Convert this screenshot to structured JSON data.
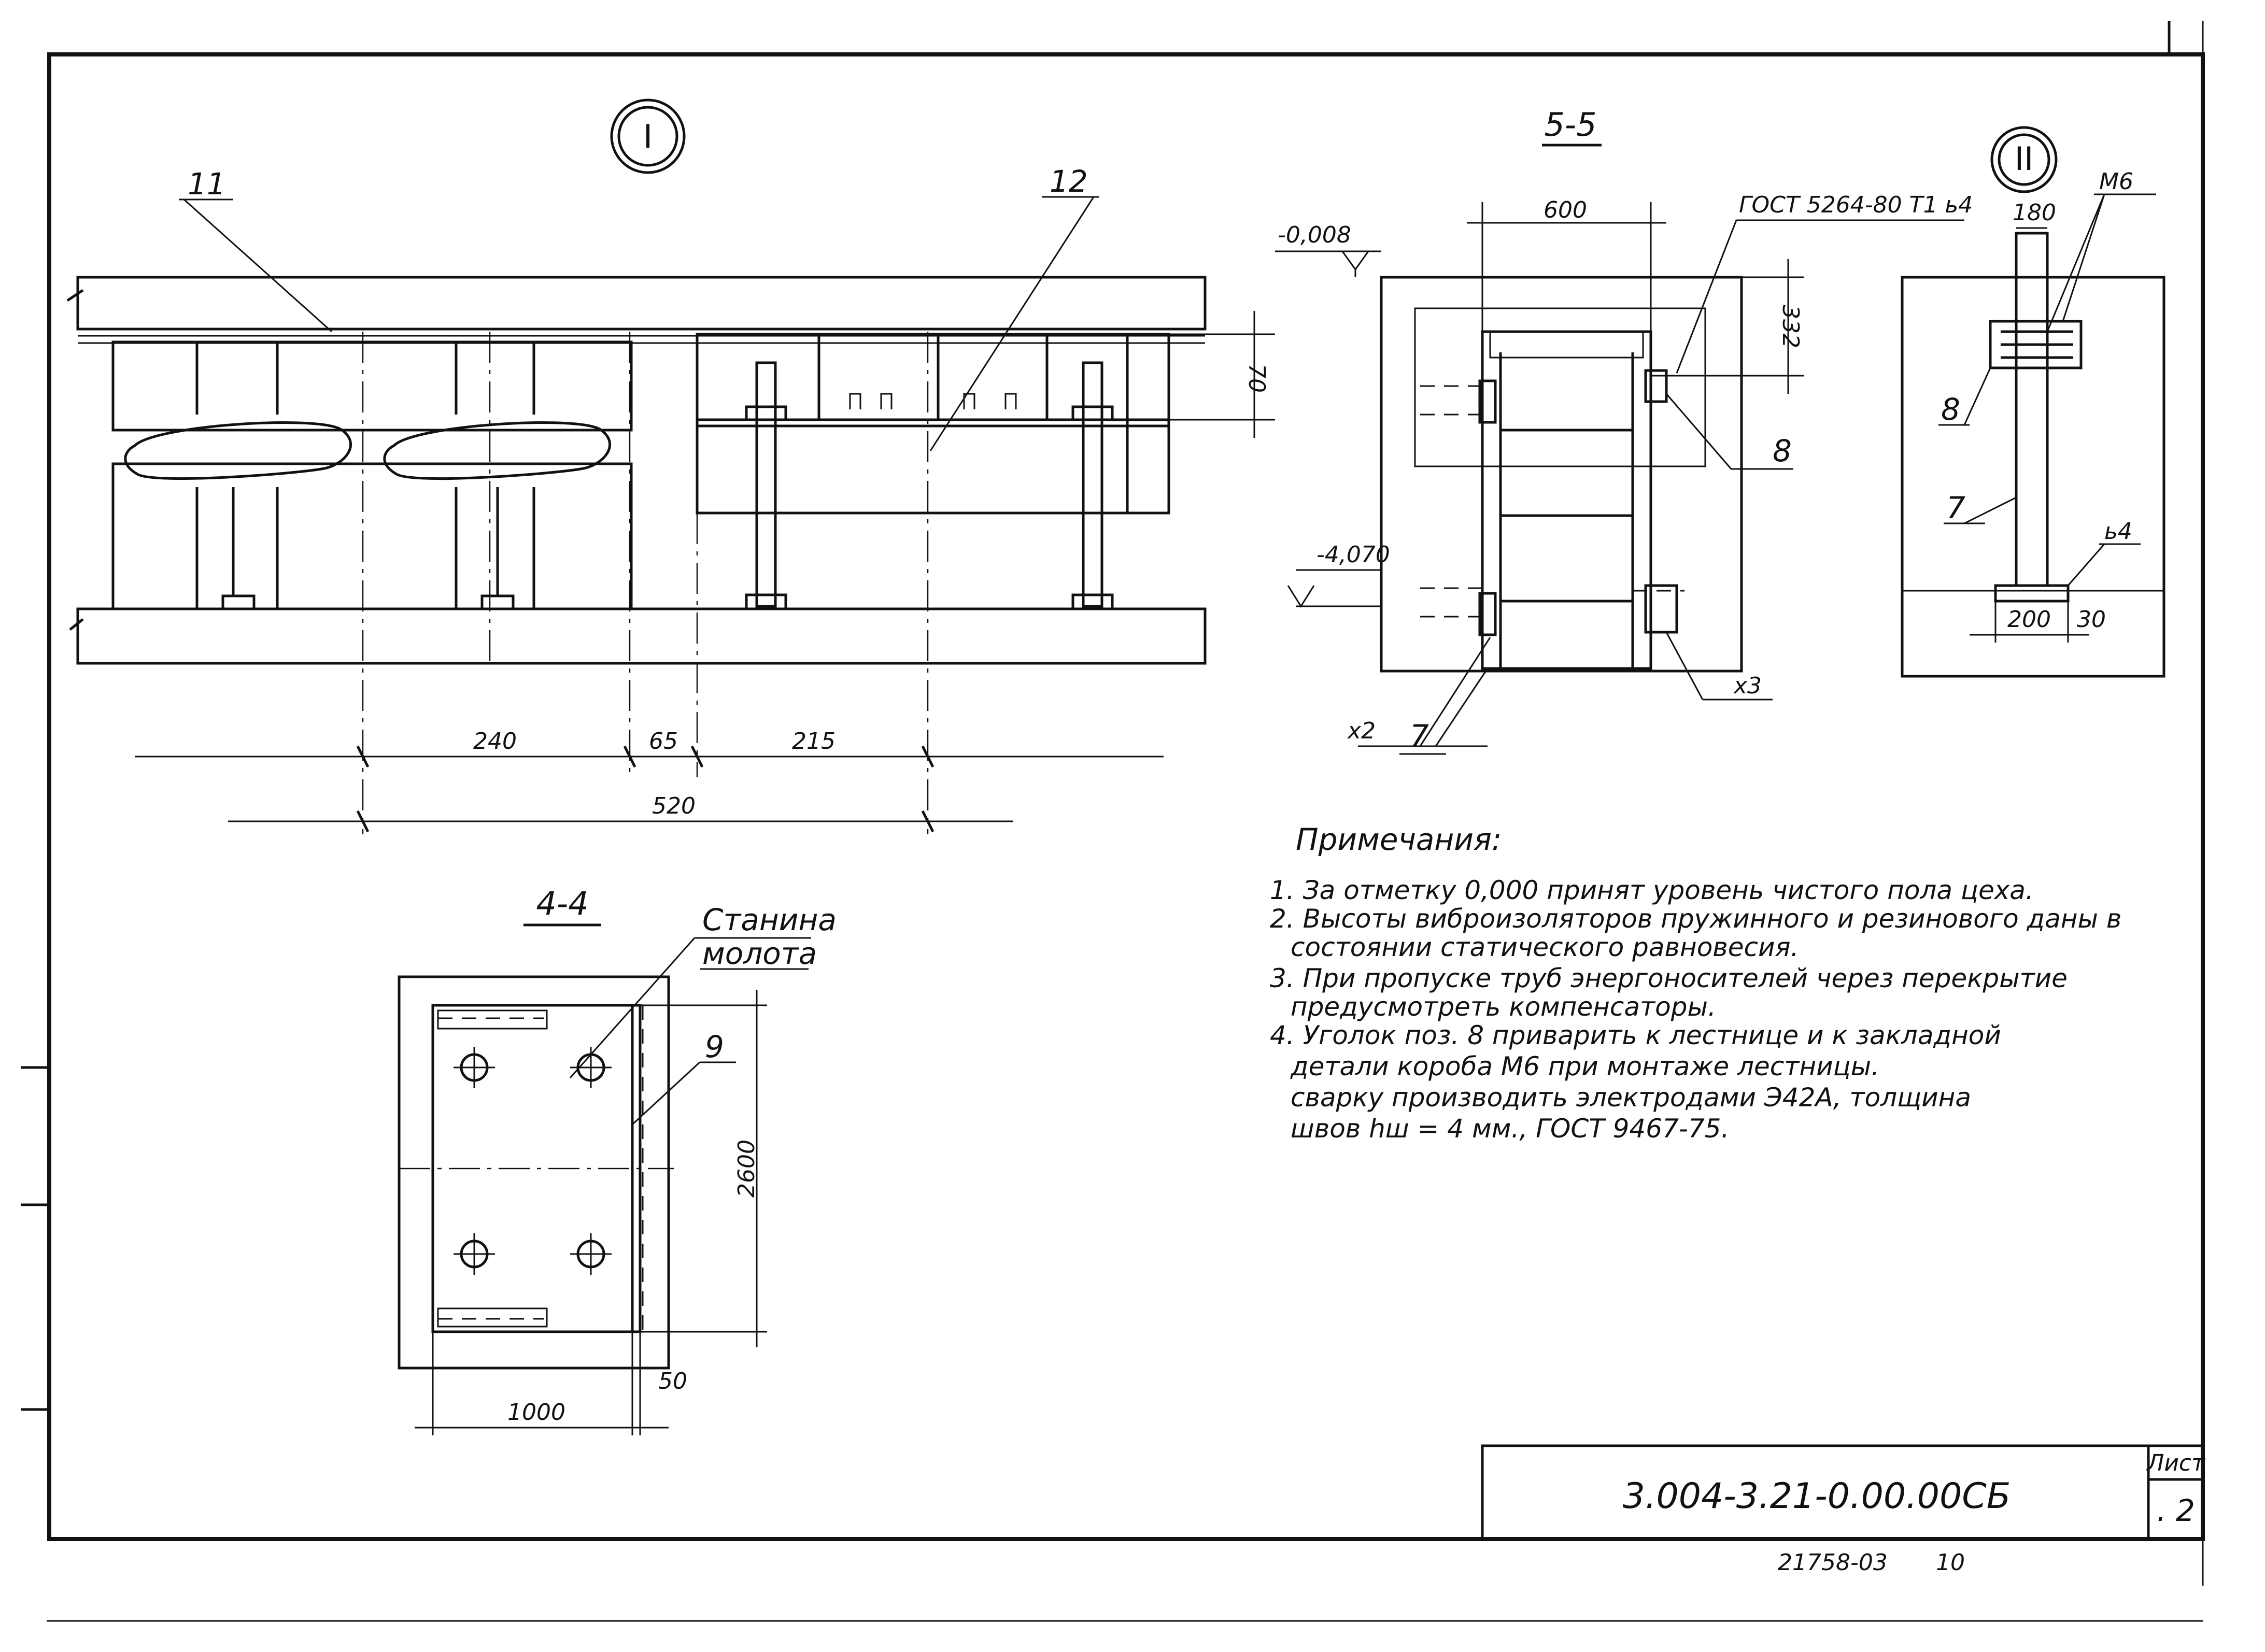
{
  "views": {
    "detail_I": {
      "label": "I",
      "callouts": [
        "11",
        "12"
      ],
      "dims": {
        "d240": "240",
        "d65": "65",
        "d215": "215",
        "d520": "520",
        "d70": "70"
      }
    },
    "section_5_5": {
      "title": "5-5",
      "dims": {
        "d600": "600",
        "d332": "332"
      },
      "level_top": "-0,008",
      "level_bottom": "-4,070",
      "gost": "ГОСТ 5264-80 Т1 ь4",
      "callouts": {
        "pos8": "8",
        "pos7": "7"
      },
      "mult_left": "х2",
      "mult_right": "х3"
    },
    "detail_II": {
      "label": "II",
      "dims": {
        "d180": "180",
        "d200": "200",
        "d30": "30"
      },
      "m6": "М6",
      "weld": "ь4",
      "callouts": {
        "pos8": "8",
        "pos7": "7"
      }
    },
    "section_4_4": {
      "title": "4-4",
      "frame_label_1": "Станина",
      "frame_label_2": "молота",
      "callout9": "9",
      "dims": {
        "d2600": "2600",
        "d1000": "1000",
        "d50": "50"
      }
    }
  },
  "notes": {
    "heading": "Примечания:",
    "lines": [
      "1. За отметку 0,000 принят уровень чистого пола цеха.",
      "2. Высоты виброизоляторов пружинного и резинового даны в",
      "состоянии статического равновесия.",
      "3. При пропуске труб энергоносителей через перекрытие",
      "предусмотреть компенсаторы.",
      "4. Уголок поз. 8 приварить к лестнице и к закладной",
      "детали короба М6 при монтаже лестницы.",
      "сварку производить электродами Э42А, толщина",
      "швов hш = 4 мм., ГОСТ 9467-75."
    ]
  },
  "title_block": {
    "code": "3.004-3.21-0.00.00СБ",
    "sheet_label": "Лист",
    "sheet_no": ". 2"
  },
  "footer": {
    "inventory": "21758-03",
    "format": "10"
  }
}
